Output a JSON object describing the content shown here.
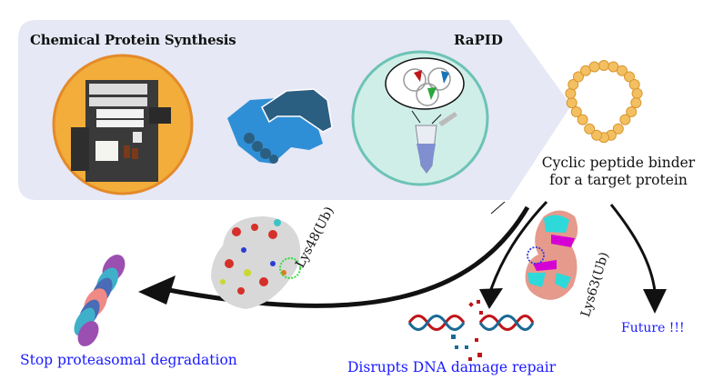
{
  "title_labels": {
    "chemical_protein_synthesis": "Chemical Protein Synthesis",
    "rapid": "RaPID",
    "cyclic_peptide_line1": "Cyclic peptide binder",
    "cyclic_peptide_line2": "for a target protein"
  },
  "outcomes": {
    "stop_degradation": "Stop proteasomal degradation",
    "dna_repair": "Disrupts DNA damage repair",
    "future": "Future !!!"
  },
  "targets": {
    "lys48": "Lys48(Ub)",
    "lys63": "Lys63(Ub)"
  },
  "icons": {
    "synthesizer": "peptide-synthesizer-icon",
    "handshake": "handshake-icon",
    "rapid_tube": "rapid-selection-tube-icon",
    "cyclic_peptide": "cyclic-peptide-bead-ring-icon",
    "proteasome": "proteasome-icon",
    "lys48_protein": "lys48-ubiquitin-protein-surface-icon",
    "lys63_protein": "lys63-ubiquitin-protein-surface-icon",
    "dna": "broken-dna-helix-icon"
  },
  "colors": {
    "panel_bg": "#e6e8f5",
    "synth_circle": "#f2ad3a",
    "synth_circle_border": "#e38a2a",
    "rapid_circle": "#cfeee8",
    "rapid_circle_border": "#6cc3b5",
    "handshake_light": "#2f8fd6",
    "handshake_dark": "#2b5f82",
    "bead": "#f3c061",
    "bead_border": "#d9962f",
    "outcome_text": "#1a1aff",
    "arrow": "#111111"
  }
}
